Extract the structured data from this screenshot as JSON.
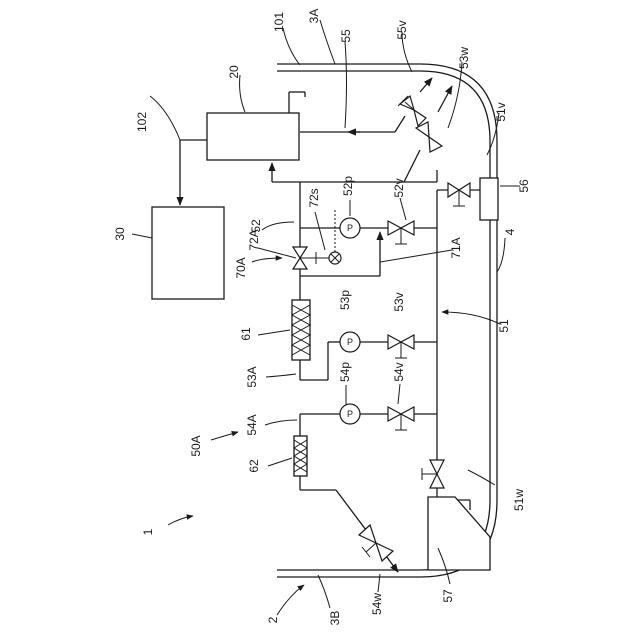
{
  "labels": {
    "l1": "1",
    "l2": "2",
    "l3A": "3A",
    "l3B": "3B",
    "l4": "4",
    "l20": "20",
    "l30": "30",
    "l50A": "50A",
    "l51": "51",
    "l51v": "51v",
    "l51w": "51w",
    "l52": "52",
    "l52p": "52p",
    "l52v": "52v",
    "l53A": "53A",
    "l53p": "53p",
    "l53v": "53v",
    "l53w": "53w",
    "l54A": "54A",
    "l54p": "54p",
    "l54v": "54v",
    "l54w": "54w",
    "l55": "55",
    "l55v": "55v",
    "l56": "56",
    "l57": "57",
    "l61": "61",
    "l62": "62",
    "l70A": "70A",
    "l71A": "71A",
    "l72A": "72A",
    "l72s": "72s",
    "l101": "101",
    "l102": "102"
  },
  "pump_glyph": "P"
}
